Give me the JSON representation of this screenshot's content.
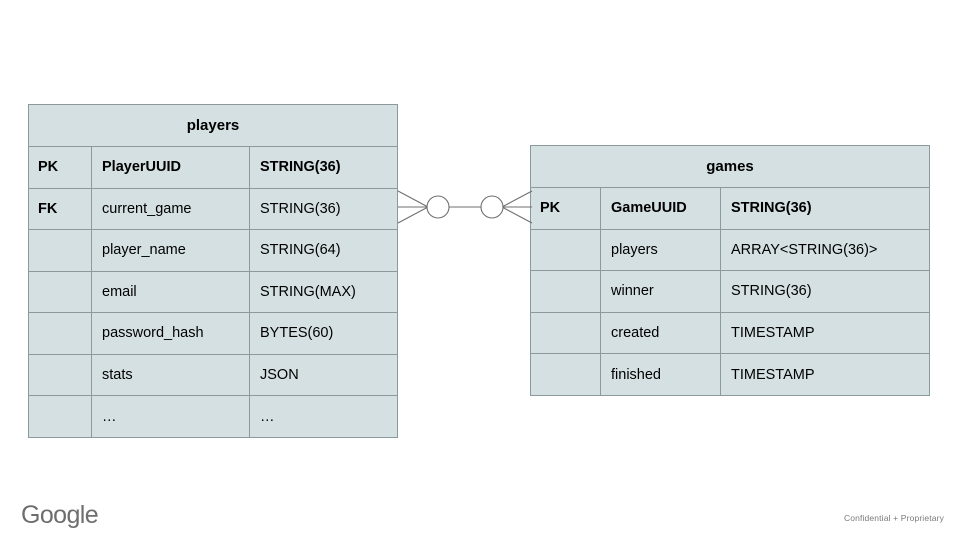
{
  "slide": {
    "background_color": "#ffffff",
    "entity_fill_color": "#d5e0e3",
    "entity_border_color": "#8a9a9d"
  },
  "diagram": {
    "type": "entity-relationship",
    "notation": "crows-foot",
    "entities": [
      {
        "name": "players",
        "title": "players",
        "rows": [
          {
            "key": "PK",
            "column": "PlayerUUID",
            "type": "STRING(36)",
            "bold": true
          },
          {
            "key": "FK",
            "column": "current_game",
            "type": "STRING(36)",
            "bold": false
          },
          {
            "key": "",
            "column": "player_name",
            "type": "STRING(64)",
            "bold": false
          },
          {
            "key": "",
            "column": "email",
            "type": "STRING(MAX)",
            "bold": false
          },
          {
            "key": "",
            "column": "password_hash",
            "type": "BYTES(60)",
            "bold": false
          },
          {
            "key": "",
            "column": "stats",
            "type": "JSON",
            "bold": false
          },
          {
            "key": "",
            "column": "…",
            "type": "…",
            "bold": false
          }
        ]
      },
      {
        "name": "games",
        "title": "games",
        "rows": [
          {
            "key": "PK",
            "column": "GameUUID",
            "type": "STRING(36)",
            "bold": true
          },
          {
            "key": "",
            "column": "players",
            "type": "ARRAY<STRING(36)>",
            "bold": false
          },
          {
            "key": "",
            "column": "winner",
            "type": "STRING(36)",
            "bold": false
          },
          {
            "key": "",
            "column": "created",
            "type": "TIMESTAMP",
            "bold": false
          },
          {
            "key": "",
            "column": "finished",
            "type": "TIMESTAMP",
            "bold": false
          }
        ]
      }
    ],
    "relationship": {
      "from_entity": "players",
      "from_column": "current_game",
      "to_entity": "games",
      "to_column": "GameUUID",
      "left_cardinality": "zero-or-many",
      "right_cardinality": "zero-or-many",
      "line_color": "#6f6f6f"
    }
  },
  "footer": {
    "logo_text": "Google",
    "confidential_note": "Confidential + Proprietary"
  }
}
